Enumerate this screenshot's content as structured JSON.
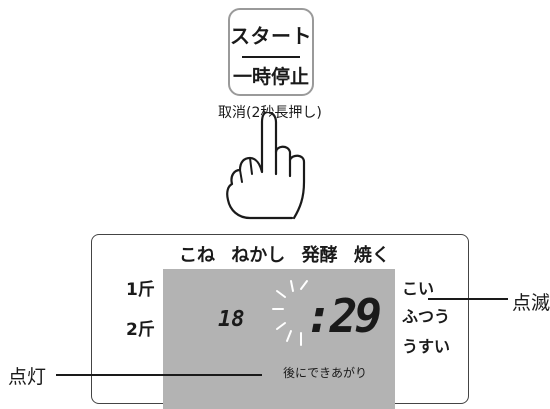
{
  "button": {
    "top_label": "スタート",
    "bottom_label": "一時停止",
    "cancel_note": "取消(2秒長押し)"
  },
  "panel": {
    "modes": [
      "こね",
      "ねかし",
      "発酵",
      "焼く"
    ],
    "weights": [
      "1斤",
      "2斤"
    ],
    "crust_levels": [
      "こい",
      "ふつう",
      "うすい"
    ],
    "lcd": {
      "hours": "18",
      "timer": ":29",
      "after_done": "後にできあがり"
    }
  },
  "callouts": {
    "blink": "点滅",
    "lit": "点灯"
  }
}
